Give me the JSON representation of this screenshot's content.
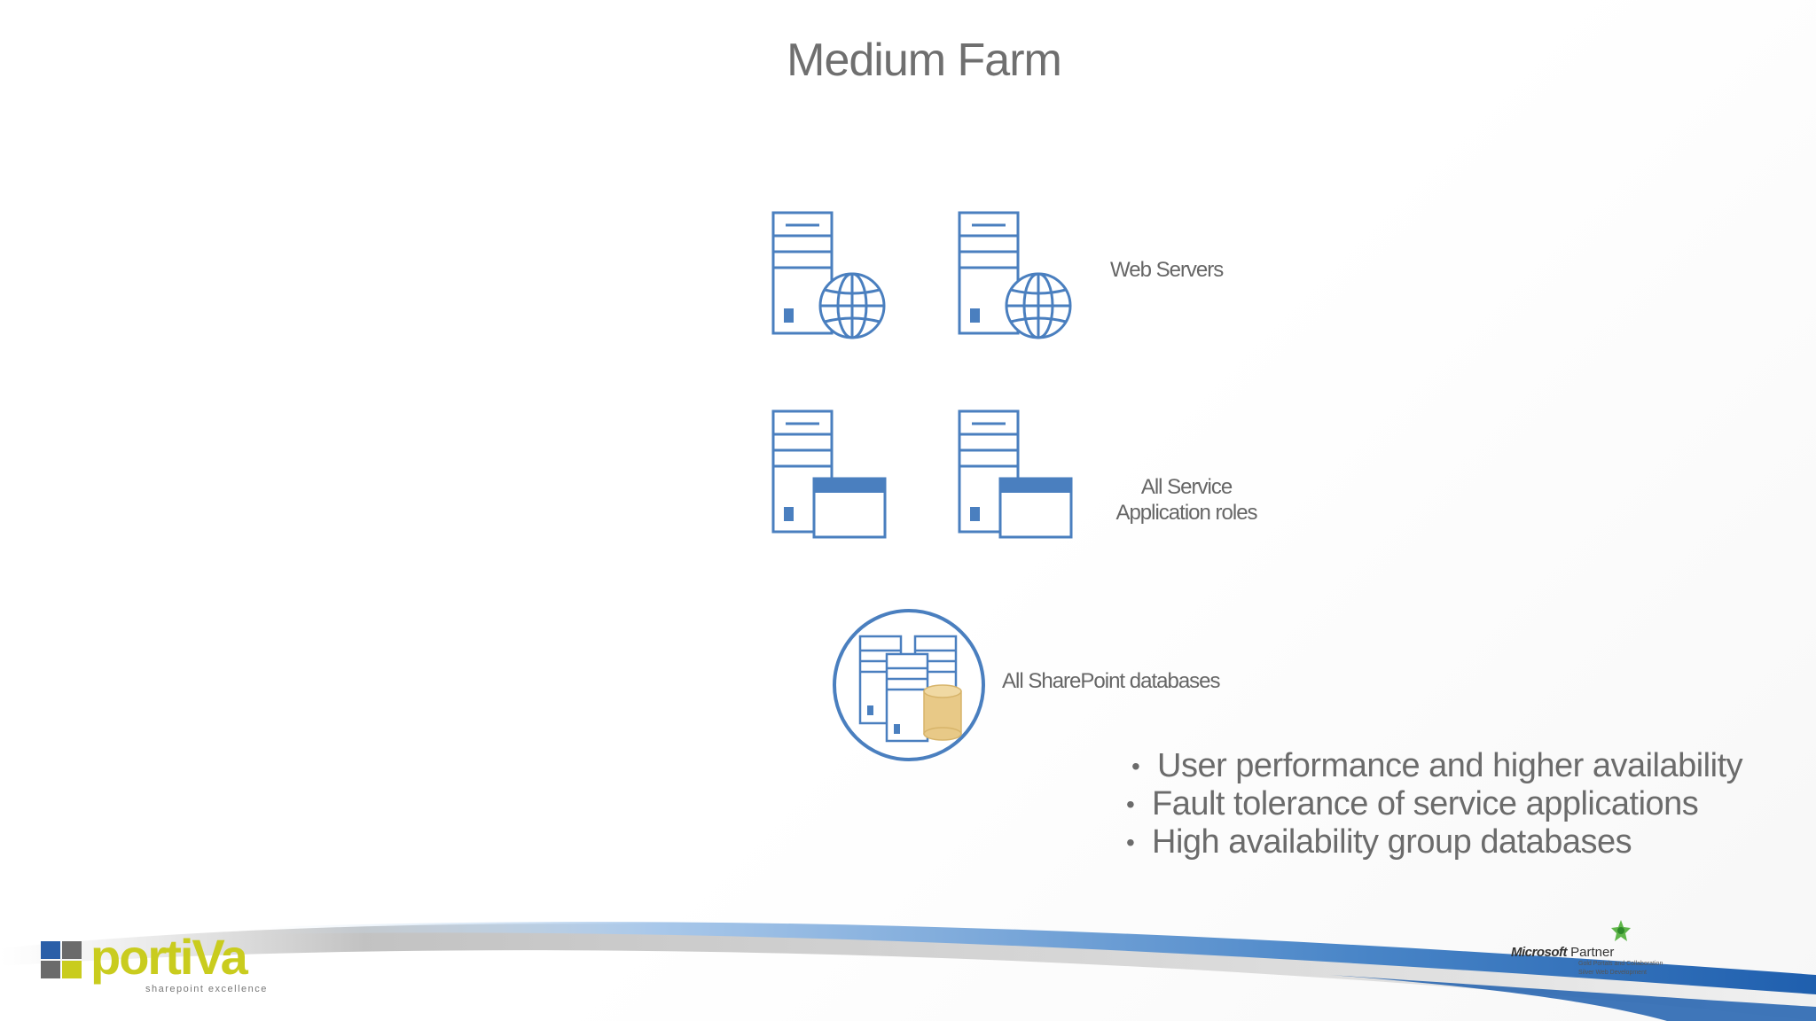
{
  "slide": {
    "title": "Medium Farm",
    "labels": {
      "web_servers": "Web Servers",
      "app_roles_line1": "All Service",
      "app_roles_line2": "Application roles",
      "databases": "All SharePoint databases"
    },
    "bullets": [
      "User performance and higher availability",
      "Fault tolerance of service applications",
      "High availability group databases"
    ]
  },
  "footer": {
    "logo_text": "portiVa",
    "logo_tagline": "sharepoint excellence",
    "partner_brand": "Microsoft",
    "partner_word": "Partner",
    "partner_line2": "Gold Portals and Collaboration",
    "partner_line3": "Silver Web Development"
  },
  "colors": {
    "icon_blue": "#4a7fbf",
    "cylinder": "#e8c987",
    "title_gray": "#6f6f6f",
    "logo_yellow": "#c9cc1e",
    "logo_blue": "#2b5fa8"
  },
  "icons": [
    "web-server-icon",
    "app-server-icon",
    "database-server-icon"
  ]
}
